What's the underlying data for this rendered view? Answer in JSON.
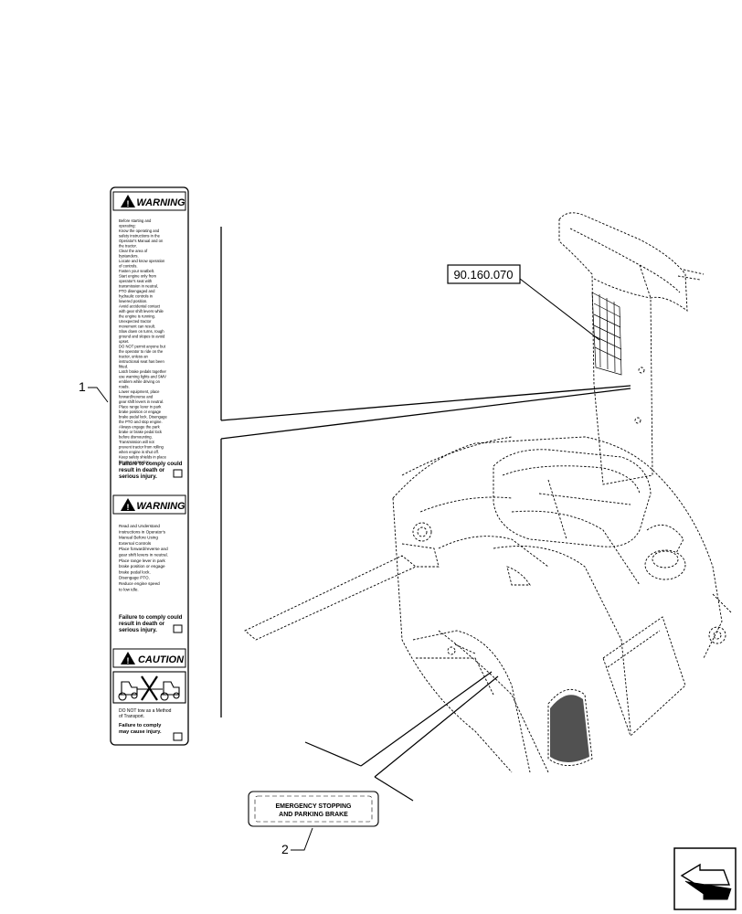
{
  "callouts": {
    "item_1": "1",
    "item_2": "2",
    "reference": "90.160.070"
  },
  "decal_1": {
    "warning_header_1": "WARNING",
    "warning_1_lines": [
      "Before starting and",
      "operating:",
      "Know the operating and",
      "safety instructions in the",
      "Operator's Manual and on",
      "the tractor.",
      "Clear the area of",
      "bystanders.",
      "Locate and know operation",
      "of controls.",
      "Fasten your seatbelt.",
      "Start engine only from",
      "operator's seat with",
      "transmission in neutral,",
      "PTO disengaged and",
      "hydraulic controls in",
      "lowered position.",
      "Avoid accidental contact",
      "with gear shift levers while",
      "the engine is running.",
      "Unexpected tractor",
      "movement can result.",
      "Slow down on turns, rough",
      "ground and slopes to avoid",
      "upset.",
      "DO NOT permit anyone but",
      "the operator to ride on the",
      "tractor, unless an",
      "instructional seat has been",
      "fitted.",
      "Latch brake pedals together",
      "use warning lights and SMV",
      "emblem while driving on",
      "roads.",
      "Lower equipment, place",
      "forward/reverse and",
      "gear shift levers in neutral.",
      "Place range lever in park",
      "brake position or engage",
      "brake pedal lock. Disengage",
      "the PTO and stop engine.",
      "Always engage the park",
      "brake or brake pedal lock",
      "before dismounting.",
      "Transmission will not",
      "prevent tractor from rolling",
      "when engine is shut off.",
      "Keep safety shields in place",
      "for your protection."
    ],
    "warning_1_footer": [
      "Failure to comply could",
      "result in death or",
      "serious injury."
    ],
    "warning_header_2": "WARNING",
    "warning_2_lines": [
      "Read and Understand",
      "Instructions in Operator's",
      "Manual Before Using",
      "External Controls",
      "Place forward/reverse and",
      "gear shift levers in neutral.",
      "Place range lever in park",
      "brake position or engage",
      "brake pedal lock.",
      "Disengage PTO.",
      "Reduce engine speed",
      "to low idle."
    ],
    "warning_2_footer": [
      "Failure to comply could",
      "result in death or",
      "serious injury."
    ],
    "caution_header": "CAUTION",
    "caution_lines": [
      "DO NOT tow as a Method",
      "of Transport."
    ],
    "caution_footer": [
      "Failure to comply",
      "may cause injury."
    ]
  },
  "decal_2": {
    "line_1": "EMERGENCY STOPPING",
    "line_2": "AND PARKING BRAKE"
  },
  "nav_icon": "previous-page-arrow-icon"
}
